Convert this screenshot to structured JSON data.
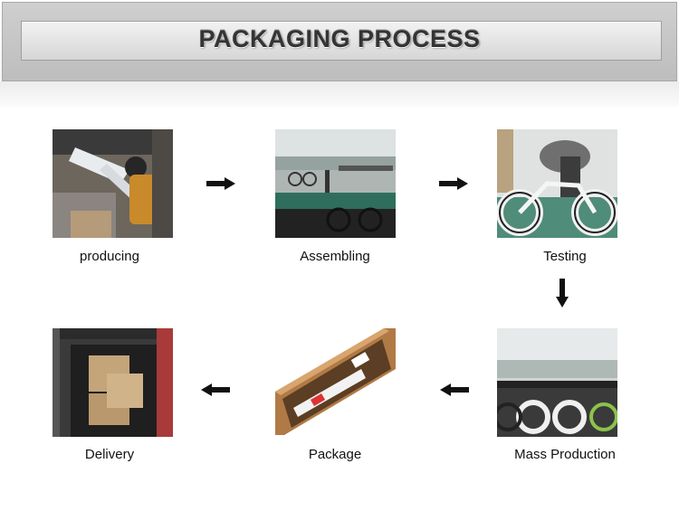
{
  "banner": {
    "title": "PACKAGING PROCESS"
  },
  "steps": [
    {
      "label": "producing"
    },
    {
      "label": "Assembling"
    },
    {
      "label": "Testing"
    },
    {
      "label": "Mass Production"
    },
    {
      "label": "Package"
    },
    {
      "label": "Delivery"
    }
  ],
  "icons": {
    "arrow_right": "arrow-right-icon",
    "arrow_down": "arrow-down-icon",
    "arrow_left": "arrow-left-icon"
  },
  "colors": {
    "arrow": "#111111",
    "label": "#111111",
    "banner_text": "#343434"
  }
}
